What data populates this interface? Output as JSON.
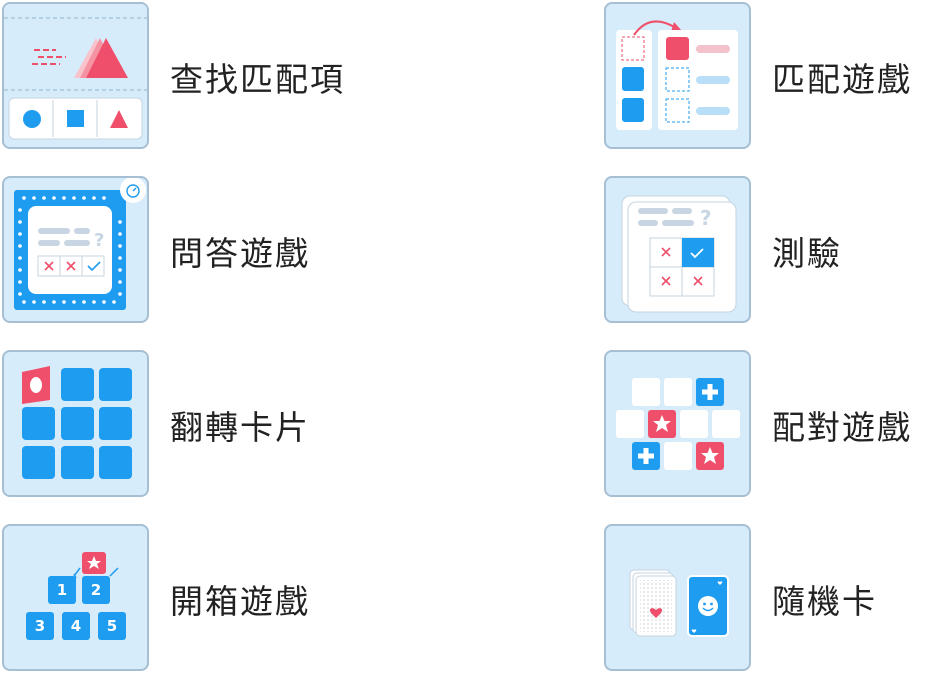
{
  "items": [
    {
      "label": "查找匹配項",
      "icon": "find-match-icon"
    },
    {
      "label": "匹配遊戲",
      "icon": "matching-game-icon"
    },
    {
      "label": "問答遊戲",
      "icon": "quiz-game-icon"
    },
    {
      "label": "測驗",
      "icon": "quiz-icon"
    },
    {
      "label": "翻轉卡片",
      "icon": "flip-cards-icon"
    },
    {
      "label": "配對遊戲",
      "icon": "match-up-game-icon"
    },
    {
      "label": "開箱遊戲",
      "icon": "open-box-icon"
    },
    {
      "label": "隨機卡",
      "icon": "random-cards-icon"
    }
  ],
  "box_numbers": [
    "1",
    "2",
    "3",
    "4",
    "5"
  ],
  "colors": {
    "blue": "#1e9cf0",
    "red": "#ef4f6a",
    "thumb_bg": "#d7ecfb"
  }
}
